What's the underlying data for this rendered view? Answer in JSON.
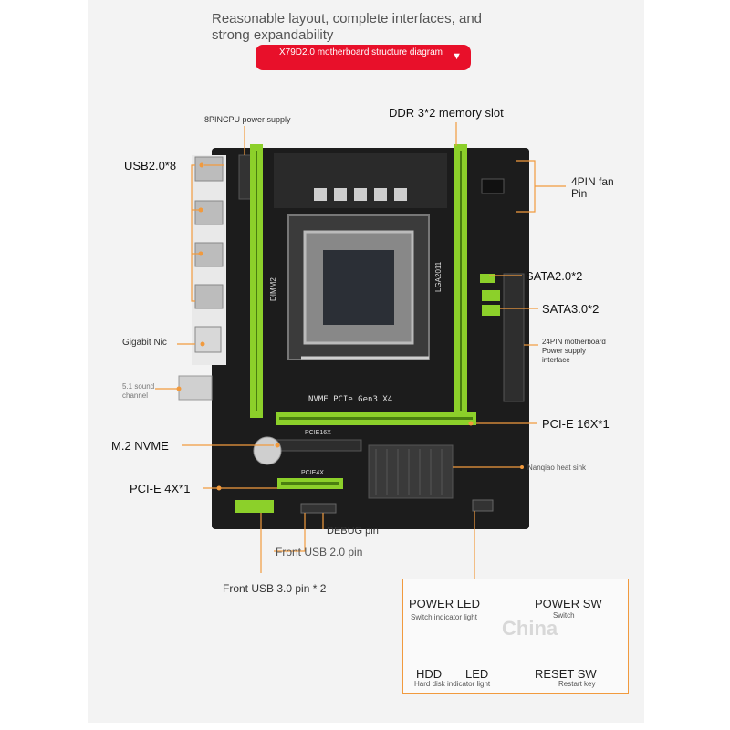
{
  "header": {
    "subtitle": "Reasonable layout, complete interfaces, and strong expandability",
    "banner": "X79D2.0 motherboard structure diagram"
  },
  "board": {
    "pcie_label": "NVME PCIe Gen3 X4",
    "pcie16_silk": "PCIE16X",
    "pcie4_silk": "PCIE4X",
    "socket_silk": "LGA2011",
    "dimm_silk": "DIMM2"
  },
  "labels": {
    "cpu_power": "8PINCPU power supply",
    "ddr": "DDR 3*2 memory slot",
    "usb20": "USB2.0*8",
    "fan": "4PIN fan Pin",
    "sata2": "SATA2.0*2",
    "sata3": "SATA3.0*2",
    "atx": "24PIN motherboard Power supply interface",
    "nic": "Gigabit Nic",
    "sound": "5.1 sound channel",
    "pcie16": "PCI-E 16X*1",
    "m2": "M.2 NVME",
    "heatsink": "Nanqiao heat sink",
    "pcie4": "PCI-E 4X*1",
    "debug": "DEBUG pin",
    "front_usb2": "Front USB 2.0 pin",
    "front_usb3": "Front USB 3.0 pin * 2"
  },
  "front_panel": {
    "power_led": "POWER LED",
    "power_led_sub": "Switch indicator light",
    "power_sw": "POWER SW",
    "power_sw_sub": "Switch",
    "hdd_led_a": "HDD",
    "hdd_led_b": "LED",
    "hdd_led_sub": "Hard disk indicator light",
    "reset_sw": "RESET SW",
    "reset_sw_sub": "Restart key",
    "watermark": "China"
  },
  "colors": {
    "accent": "#f19a3e",
    "banner": "#e8102a",
    "slot_green": "#8cd02a",
    "pcb": "#1c1c1c"
  }
}
